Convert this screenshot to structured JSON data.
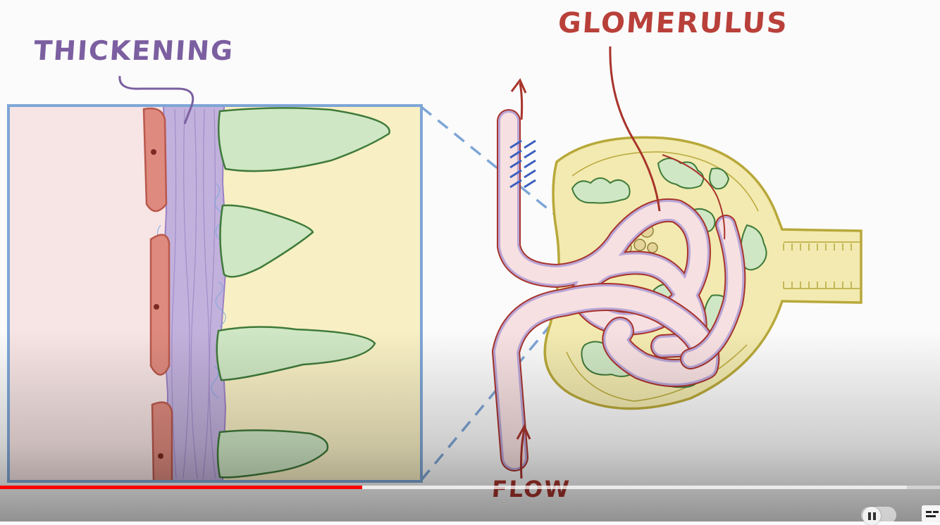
{
  "labels": {
    "thickening": "THICKENING",
    "glomerulus": "GLOMERULUS",
    "flow": "FLOW"
  },
  "player": {
    "progress_played": 0.385,
    "progress_buffered": 0.965,
    "autoplay_on": false
  },
  "icons": {
    "autoplay": "pause-toggle-icon",
    "subtitles": "subtitles-icon"
  },
  "colors": {
    "thickening_label": "#7b5fa0",
    "glomerulus_label": "#b9403a",
    "flow_label": "#a8342c",
    "zoom_frame": "#7ea6d6",
    "podocyte_fill": "#cfe7c4",
    "basement_membrane": "#b9a6d6",
    "endothelium": "#d98276",
    "capillary_lumen": "#f7e0e2",
    "bowman_capsule": "#f2eab0"
  }
}
